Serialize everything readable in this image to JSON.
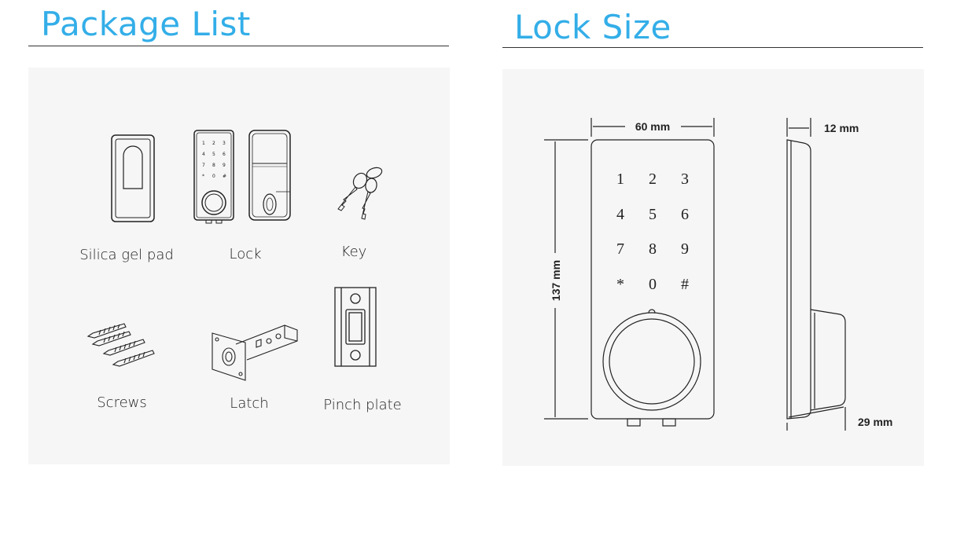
{
  "left": {
    "title": "Package List",
    "items": [
      {
        "label": "Silica gel pad",
        "icon": "silica-gel-pad-icon"
      },
      {
        "label": "Lock",
        "icon": "lock-icon"
      },
      {
        "label": "Key",
        "icon": "key-icon"
      },
      {
        "label": "Screws",
        "icon": "screws-icon"
      },
      {
        "label": "Latch",
        "icon": "latch-icon"
      },
      {
        "label": "Pinch plate",
        "icon": "pinch-plate-icon"
      }
    ]
  },
  "right": {
    "title": "Lock Size",
    "dimensions": {
      "width": "60 mm",
      "height": "137 mm",
      "depth_top": "12 mm",
      "depth_bottom": "29 mm"
    },
    "keypad": [
      "1",
      "2",
      "3",
      "4",
      "5",
      "6",
      "7",
      "8",
      "9",
      "*",
      "0",
      "#"
    ]
  },
  "colors": {
    "heading": "#33aee8",
    "panel": "#f6f6f6",
    "line": "#222222"
  }
}
